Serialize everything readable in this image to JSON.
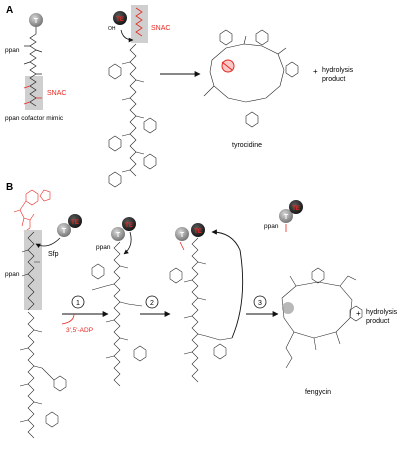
{
  "panel_a": {
    "label": "A",
    "ppan_label": "ppan",
    "snac_label_left": "SNAC",
    "cofactor_caption": "ppan cofactor mimic",
    "t_domain": "T",
    "te_domain": "TE",
    "snac_label_right": "SNAC",
    "oh_label": "OH",
    "product_name": "tyrocidine",
    "plus": "+",
    "hydrolysis_line1": "hydrolysis",
    "hydrolysis_line2": "product"
  },
  "panel_b": {
    "label": "B",
    "ppan_label_left": "ppan",
    "t_domain": "T",
    "te_domain": "TE",
    "sfp_label": "Sfp",
    "step1": "1",
    "step2": "2",
    "step3": "3",
    "adp_label": "3',5'-ADP",
    "ppan_label_mid": "ppan",
    "ppan_label_right": "ppan",
    "product_name": "fengycin",
    "plus": "+",
    "hydrolysis_line1": "hydrolysis",
    "hydrolysis_line2": "product"
  },
  "colors": {
    "accent_red": "#e8261f",
    "domain_dark": "#2a2a2a",
    "domain_grey": "#8a8a8a",
    "highlight_box": "#c8c8c8"
  },
  "icons": [
    "t-domain-circle",
    "te-domain-circle",
    "reaction-arrow",
    "curved-arrow"
  ]
}
